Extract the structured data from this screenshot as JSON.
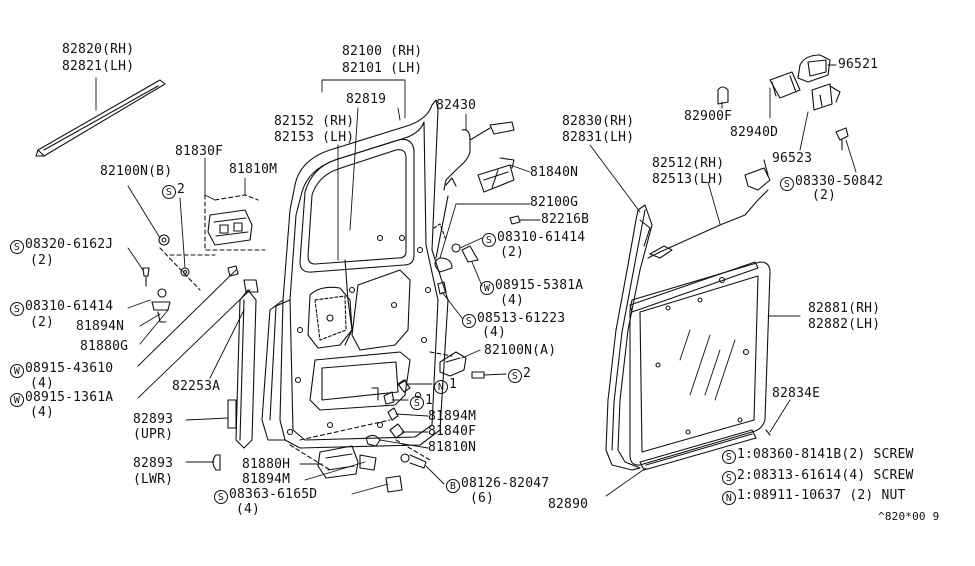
{
  "labels": {
    "p82820": "82820(RH)",
    "p82821": "82821(LH)",
    "p82100rh": "82100 (RH)",
    "p82101lh": "82101 (LH)",
    "p82819": "82819",
    "p82152": "82152 (RH)",
    "p82153": "82153 (LH)",
    "p82430": "82430",
    "p81830f": "81830F",
    "p81810m": "81810M",
    "p82100nb": "82100N(B)",
    "s2_small": "2",
    "s08320": "08320-6162J",
    "s08320_qty": "(2)",
    "s08310a": "08310-61414",
    "s08310a_qty": "(2)",
    "p81894n": "81894N",
    "p81880g": "81880G",
    "w08915_43610": "08915-43610",
    "w08915_43610_qty": "(4)",
    "w08915_1361a": "08915-1361A",
    "w08915_1361a_qty": "(4)",
    "p82253a": "82253A",
    "p82893upr": "82893",
    "p82893upr_note": "(UPR)",
    "p82893lwr": "82893",
    "p82893lwr_note": "(LWR)",
    "p81880h": "81880H",
    "p81894m_b": "81894M",
    "s08363": "08363-6165D",
    "s08363_qty": "(4)",
    "p81840n": "81840N",
    "p82100g": "82100G",
    "p82216b": "82216B",
    "s08310b": "08310-61414",
    "s08310b_qty": "(2)",
    "w08915_5381a": "08915-5381A",
    "w08915_5381a_qty": "(4)",
    "s08513": "08513-61223",
    "s08513_qty": "(4)",
    "p82100na": "82100N(A)",
    "s2_mid": "2",
    "n1_mid": "1",
    "s1_mid": "1",
    "p81894m_a": "81894M",
    "p81840f": "81840F",
    "p81810n": "81810N",
    "b08126": "08126-82047",
    "b08126_qty": "(6)",
    "p82830": "82830(RH)",
    "p82831": "82831(LH)",
    "p82900f": "82900F",
    "p82940d": "82940D",
    "p96521": "96521",
    "p96523": "96523",
    "s08330": "08330-50842",
    "s08330_qty": "(2)",
    "p82512": "82512(RH)",
    "p82513": "82513(LH)",
    "p82881": "82881(RH)",
    "p82882": "82882(LH)",
    "p82834e": "82834E",
    "p82890": "82890"
  },
  "legend": [
    {
      "badge": "S",
      "text": "1:08360-8141B(2) SCREW"
    },
    {
      "badge": "S",
      "text": "2:08313-61614(4) SCREW"
    },
    {
      "badge": "N",
      "text": "1:08911-10637 (2) NUT"
    }
  ],
  "badges": {
    "screw": "S",
    "washer": "W",
    "nut": "N",
    "bolt": "B"
  },
  "code": "^820*00 9"
}
